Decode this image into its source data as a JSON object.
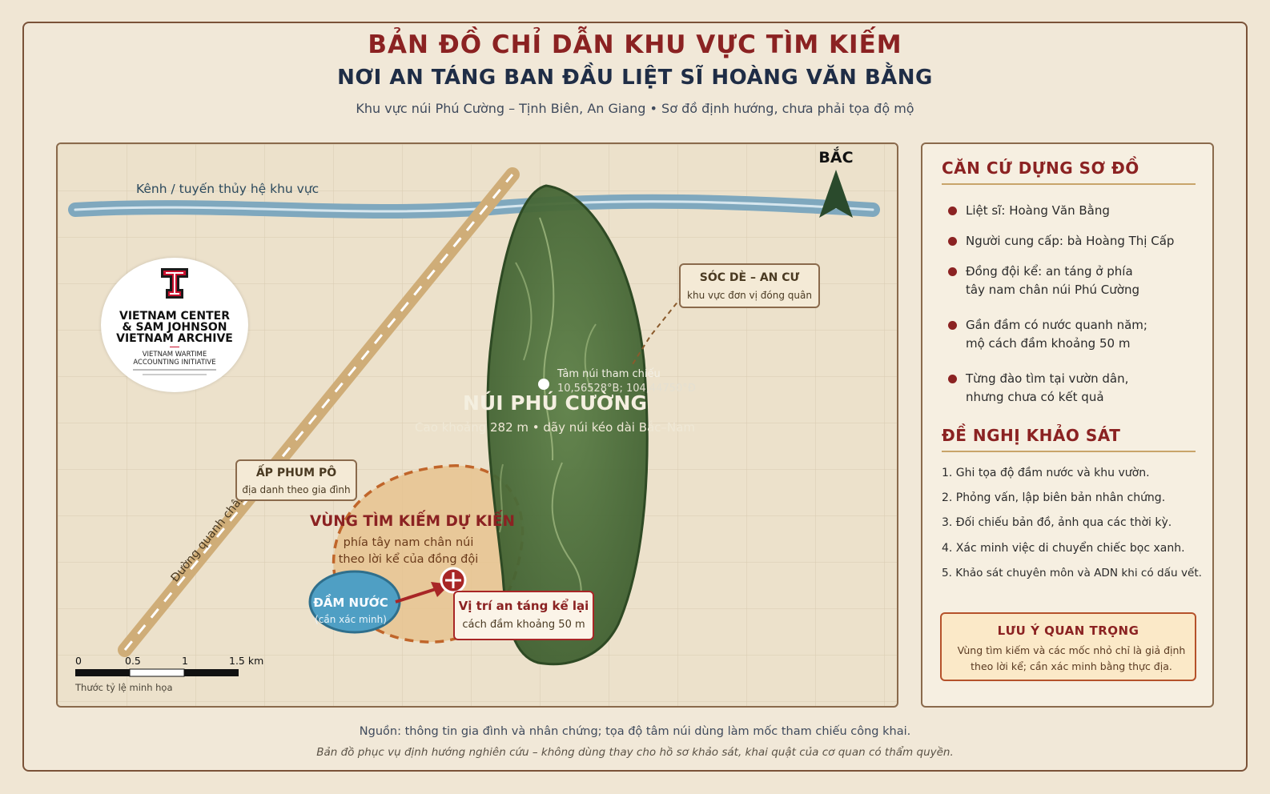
{
  "header": {
    "title": "BẢN ĐỒ CHỈ DẪN KHU VỰC TÌM KIẾM",
    "subtitle_main": "NƠI AN TÁNG BAN ĐẦU LIỆT SĨ HOÀNG VĂN BẰNG",
    "subtitle_detail": "Khu vực núi Phú Cường – Tịnh Biên, An Giang • Sơ đồ định hướng, chưa phải tọa độ mộ"
  },
  "map": {
    "canal_label": "Kênh / tuyến thủy hệ khu vực",
    "north_label": "BẮC",
    "road_label": "Đường quanh chân núi",
    "logo": {
      "line1": "VIETNAM CENTER",
      "line2": "& SAM JOHNSON",
      "line3": "VIETNAM ARCHIVE",
      "line4": "VIETNAM WARTIME",
      "line5": "ACCOUNTING INITIATIVE"
    },
    "mountain_name": "NÚI PHÚ CƯỜNG",
    "mountain_desc": "Cao khoảng 282 m • dãy núi kéo dài Bắc–Nam",
    "reference_label": "Tâm núi tham chiếu",
    "reference_coords": "10,56528°B; 104,44750°Đ",
    "soc_de": {
      "title": "SÓC DÈ – AN CƯ",
      "desc": "khu vực đơn vị đóng quân"
    },
    "ap_phum_po": {
      "title": "ẤP PHUM PÔ",
      "desc": "địa danh theo gia đình"
    },
    "search_zone": {
      "title": "VÙNG TÌM KIẾM DỰ KIẾN",
      "line1": "phía tây nam chân núi",
      "line2": "theo lời kể của đồng đội"
    },
    "pond": {
      "title": "ĐẦM NƯỚC",
      "desc": "(cần xác minh)"
    },
    "burial": {
      "title": "Vị trí an táng kể lại",
      "desc": "cách đầm khoảng 50 m"
    },
    "scale": {
      "ticks": [
        "0",
        "0.5",
        "1",
        "1.5 km"
      ],
      "caption": "Thước tỷ lệ minh họa"
    }
  },
  "sidebar": {
    "basis_heading": "CĂN CỨ DỰNG SƠ ĐỒ",
    "basis_items": [
      {
        "line1": "Liệt sĩ: Hoàng Văn Bằng",
        "line2": ""
      },
      {
        "line1": "Người cung cấp: bà Hoàng Thị Cấp",
        "line2": ""
      },
      {
        "line1": "Đồng đội kể: an táng ở phía",
        "line2": "tây nam chân núi Phú Cường"
      },
      {
        "line1": "Gần đầm có nước quanh năm;",
        "line2": "mộ cách đầm khoảng 50 m"
      },
      {
        "line1": "Từng đào tìm tại vườn dân,",
        "line2": "nhưng chưa có kết quả"
      }
    ],
    "survey_heading": "ĐỀ NGHỊ KHẢO SÁT",
    "survey_steps": [
      "1. Ghi tọa độ đầm nước và khu vườn.",
      "2. Phỏng vấn, lập biên bản nhân chứng.",
      "3. Đối chiếu bản đồ, ảnh qua các thời kỳ.",
      "4. Xác minh việc di chuyển chiếc bọc xanh.",
      "5. Khảo sát chuyên môn và ADN khi có dấu vết."
    ],
    "note_title": "LƯU Ý QUAN TRỌNG",
    "note_line1": "Vùng tìm kiếm và các mốc nhỏ chỉ là giả định",
    "note_line2": "theo lời kể; cần xác minh bằng thực địa."
  },
  "footer": {
    "source": "Nguồn: thông tin gia đình và nhân chứng; tọa độ tâm núi dùng làm mốc tham chiếu công khai.",
    "disclaimer": "Bản đồ phục vụ định hướng nghiên cứu – không dùng thay cho hồ sơ khảo sát, khai quật của cơ quan có thẩm quyền."
  },
  "colors": {
    "title_red": "#8b2222",
    "navy": "#1f2d46",
    "mountain_green": "#4d6e3b",
    "water_blue": "#7fa8be",
    "road_tan": "#cfad78",
    "search_zone_orange": "#c0652a",
    "pond_blue": "#4f9fc4"
  }
}
